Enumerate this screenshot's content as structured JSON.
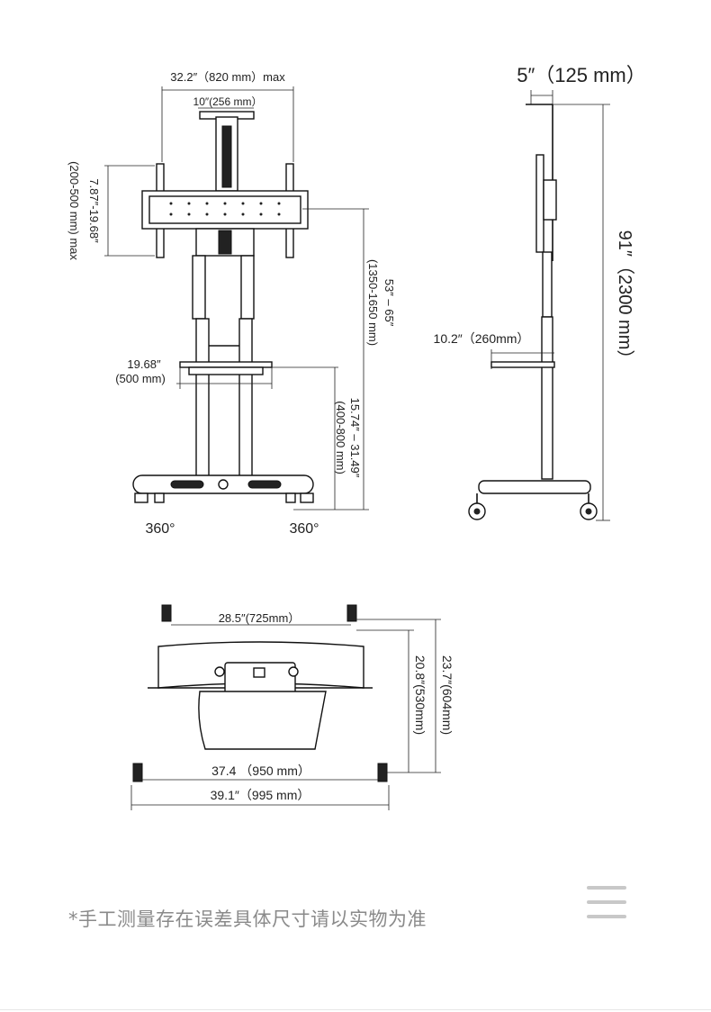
{
  "front_view": {
    "width_max": "32.2″（820 mm）max",
    "mount_width": "10″(256 mm）",
    "vesa_height_in": "7.87″-19.68″",
    "vesa_height_mm": "(200-500 mm) max",
    "height_range_in": "53″ – 65″",
    "height_range_mm": "(1350-1650 mm)",
    "tray_width_in": "19.68″",
    "tray_width_mm": "(500 mm)",
    "tray_height_in": "15.74″ – 31.49″",
    "tray_height_mm": "(400-800 mm)",
    "rotation_left": "360°",
    "rotation_right": "360°"
  },
  "side_view": {
    "depth": "5″（125 mm）",
    "total_height": "91″（2300 mm）",
    "tray_depth": "10.2″（260mm）"
  },
  "base_view": {
    "inner_width": "28.5″(725mm）",
    "base_width": "37.4 （950 mm）",
    "outer_width": "39.1″（995 mm）",
    "depth_in": "20.8″(530mm)",
    "depth_total": "23.7″(604mm)"
  },
  "footnote": "*手工测量存在误差具体尺寸请以实物为准",
  "icons": {
    "menu": "menu-icon"
  }
}
